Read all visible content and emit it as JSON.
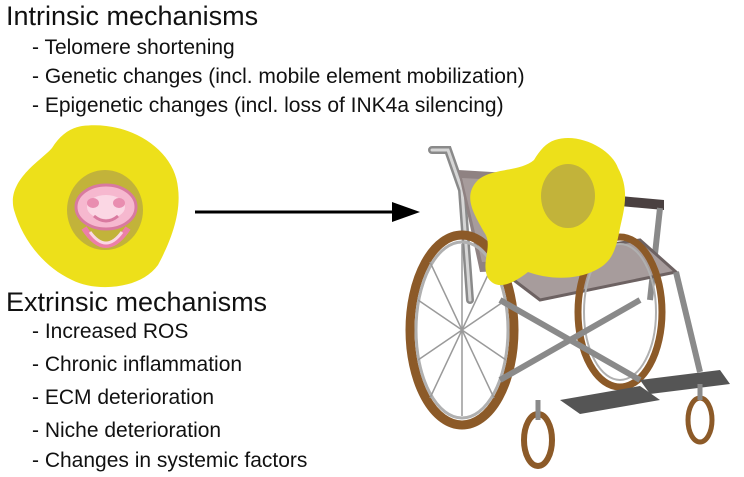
{
  "intrinsic": {
    "heading": "Intrinsic mechanisms",
    "items": [
      "- Telomere shortening",
      "- Genetic changes (incl. mobile element mobilization)",
      "- Epigenetic changes (incl. loss of INK4a silencing)"
    ]
  },
  "extrinsic": {
    "heading": "Extrinsic mechanisms",
    "items": [
      "- Increased ROS",
      "- Chronic inflammation",
      "- ECM deterioration",
      "- Niche deterioration",
      "- Changes in systemic factors"
    ]
  },
  "colors": {
    "cell": "#ede01a",
    "nucleus": "#c2b33a",
    "pacifier": "#f2a7c3",
    "arrow": "#000000",
    "wheelchair_seat": "#a79c9c"
  },
  "icons": {
    "young_cell": "pacifier-icon",
    "old_cell": "wheelchair-icon"
  }
}
